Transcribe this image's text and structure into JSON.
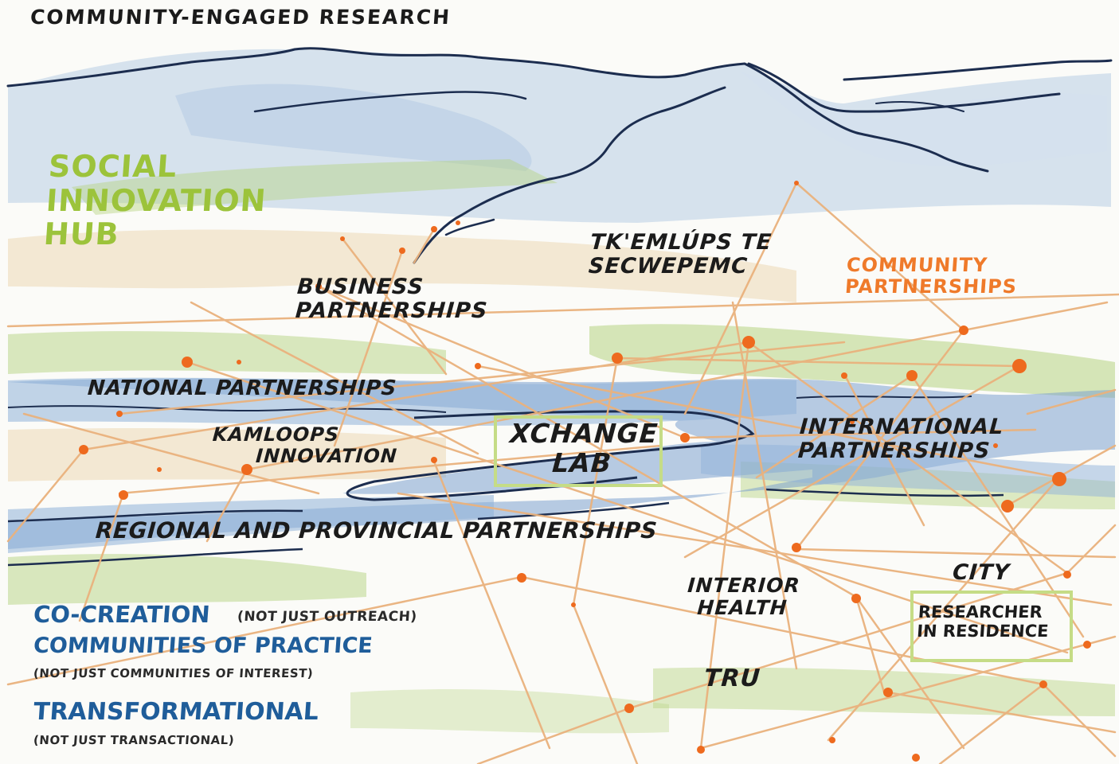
{
  "title": "COMMUNITY-ENGAGED RESEARCH",
  "hub": "SOCIAL\nINNOVATION\nHUB",
  "labels": {
    "business": "BUSINESS\nPARTNERSHIPS",
    "tkemlups": "TK'EMLÚPS TE\nSECWEPEMC",
    "community": "COMMUNITY\nPARTNERSHIPS",
    "national": "NATIONAL PARTNERSHIPS",
    "kamloops": "KAMLOOPS\n      INNOVATION",
    "xchange": "XCHANGE\nLAB",
    "international": "INTERNATIONAL\nPARTNERSHIPS",
    "regional": "REGIONAL AND PROVINCIAL PARTNERSHIPS",
    "interior": "INTERIOR\nHEALTH",
    "city": "CITY",
    "researcher": "RESEARCHER\nIN RESIDENCE",
    "tru": "TRU"
  },
  "principles": {
    "cocreation": "CO-CREATION",
    "cocreation_note": "(NOT JUST OUTREACH)",
    "communities": "COMMUNITIES OF PRACTICE",
    "communities_note": "(NOT JUST COMMUNITIES OF INTEREST)",
    "transformational": "TRANSFORMATIONAL",
    "transformational_note": "(NOT JUST TRANSACTIONAL)"
  },
  "colors": {
    "mountain_line": "#1c2d4f",
    "sky_wash": "#c9d9ea",
    "river": "#7ea3cf",
    "green_wash": "#b6d381",
    "tan_wash": "#ecd9b5",
    "link_line": "#eab27d",
    "node": "#ee6a1e",
    "hub_green": "#9cc33b",
    "accent_orange": "#ef7a2a",
    "accent_blue": "#1f5d9a",
    "box_green": "#c5dc86"
  }
}
